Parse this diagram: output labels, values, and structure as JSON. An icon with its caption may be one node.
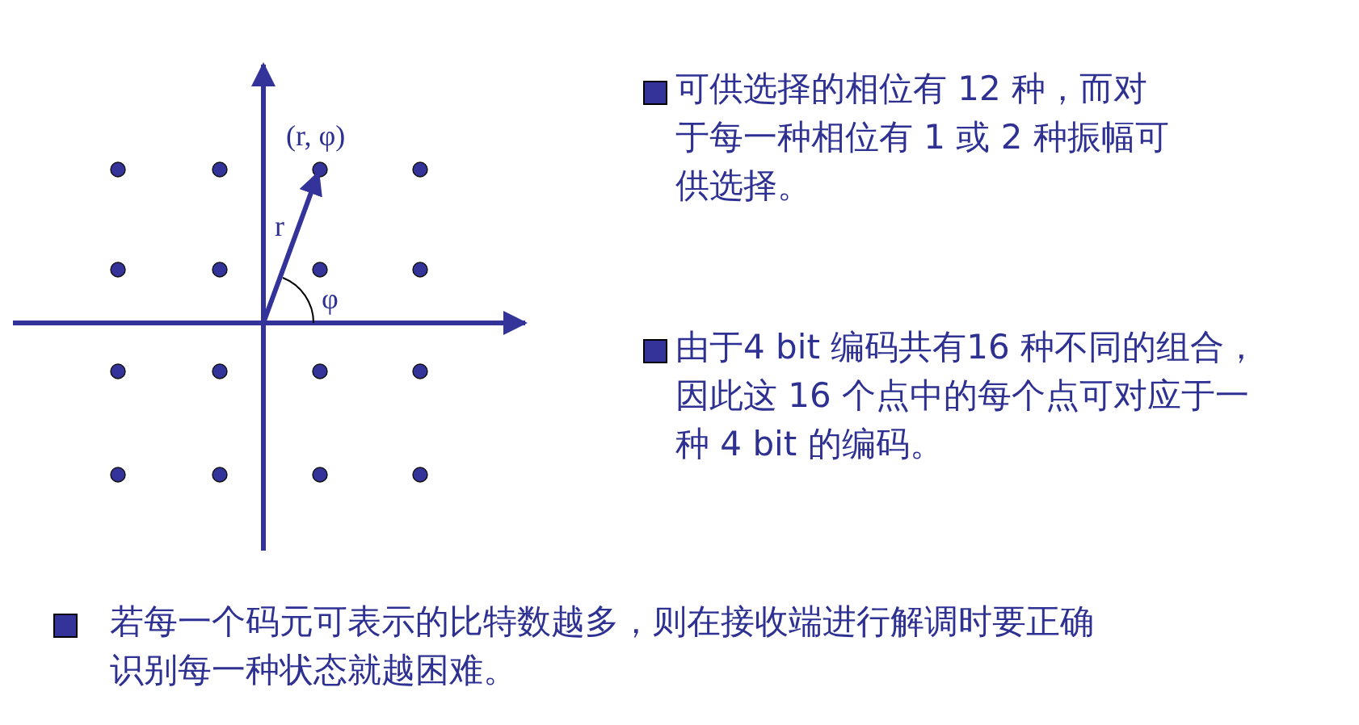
{
  "diagram": {
    "labels": [
      "(r, φ)",
      "r",
      "φ",
      "可供选择的相位有 12 种，而对于每一种相位有 1 或 2 种振幅可供选择。",
      "由于4 bit 编码共有16 种不同的组合，因此这 16 个点中的每个点可对应于一种 4 bit 的编码。",
      "若每一个码元可表示的比特数越多，则在接收端进行解调时要正确识别每一种状态就越困难。"
    ]
  }
}
